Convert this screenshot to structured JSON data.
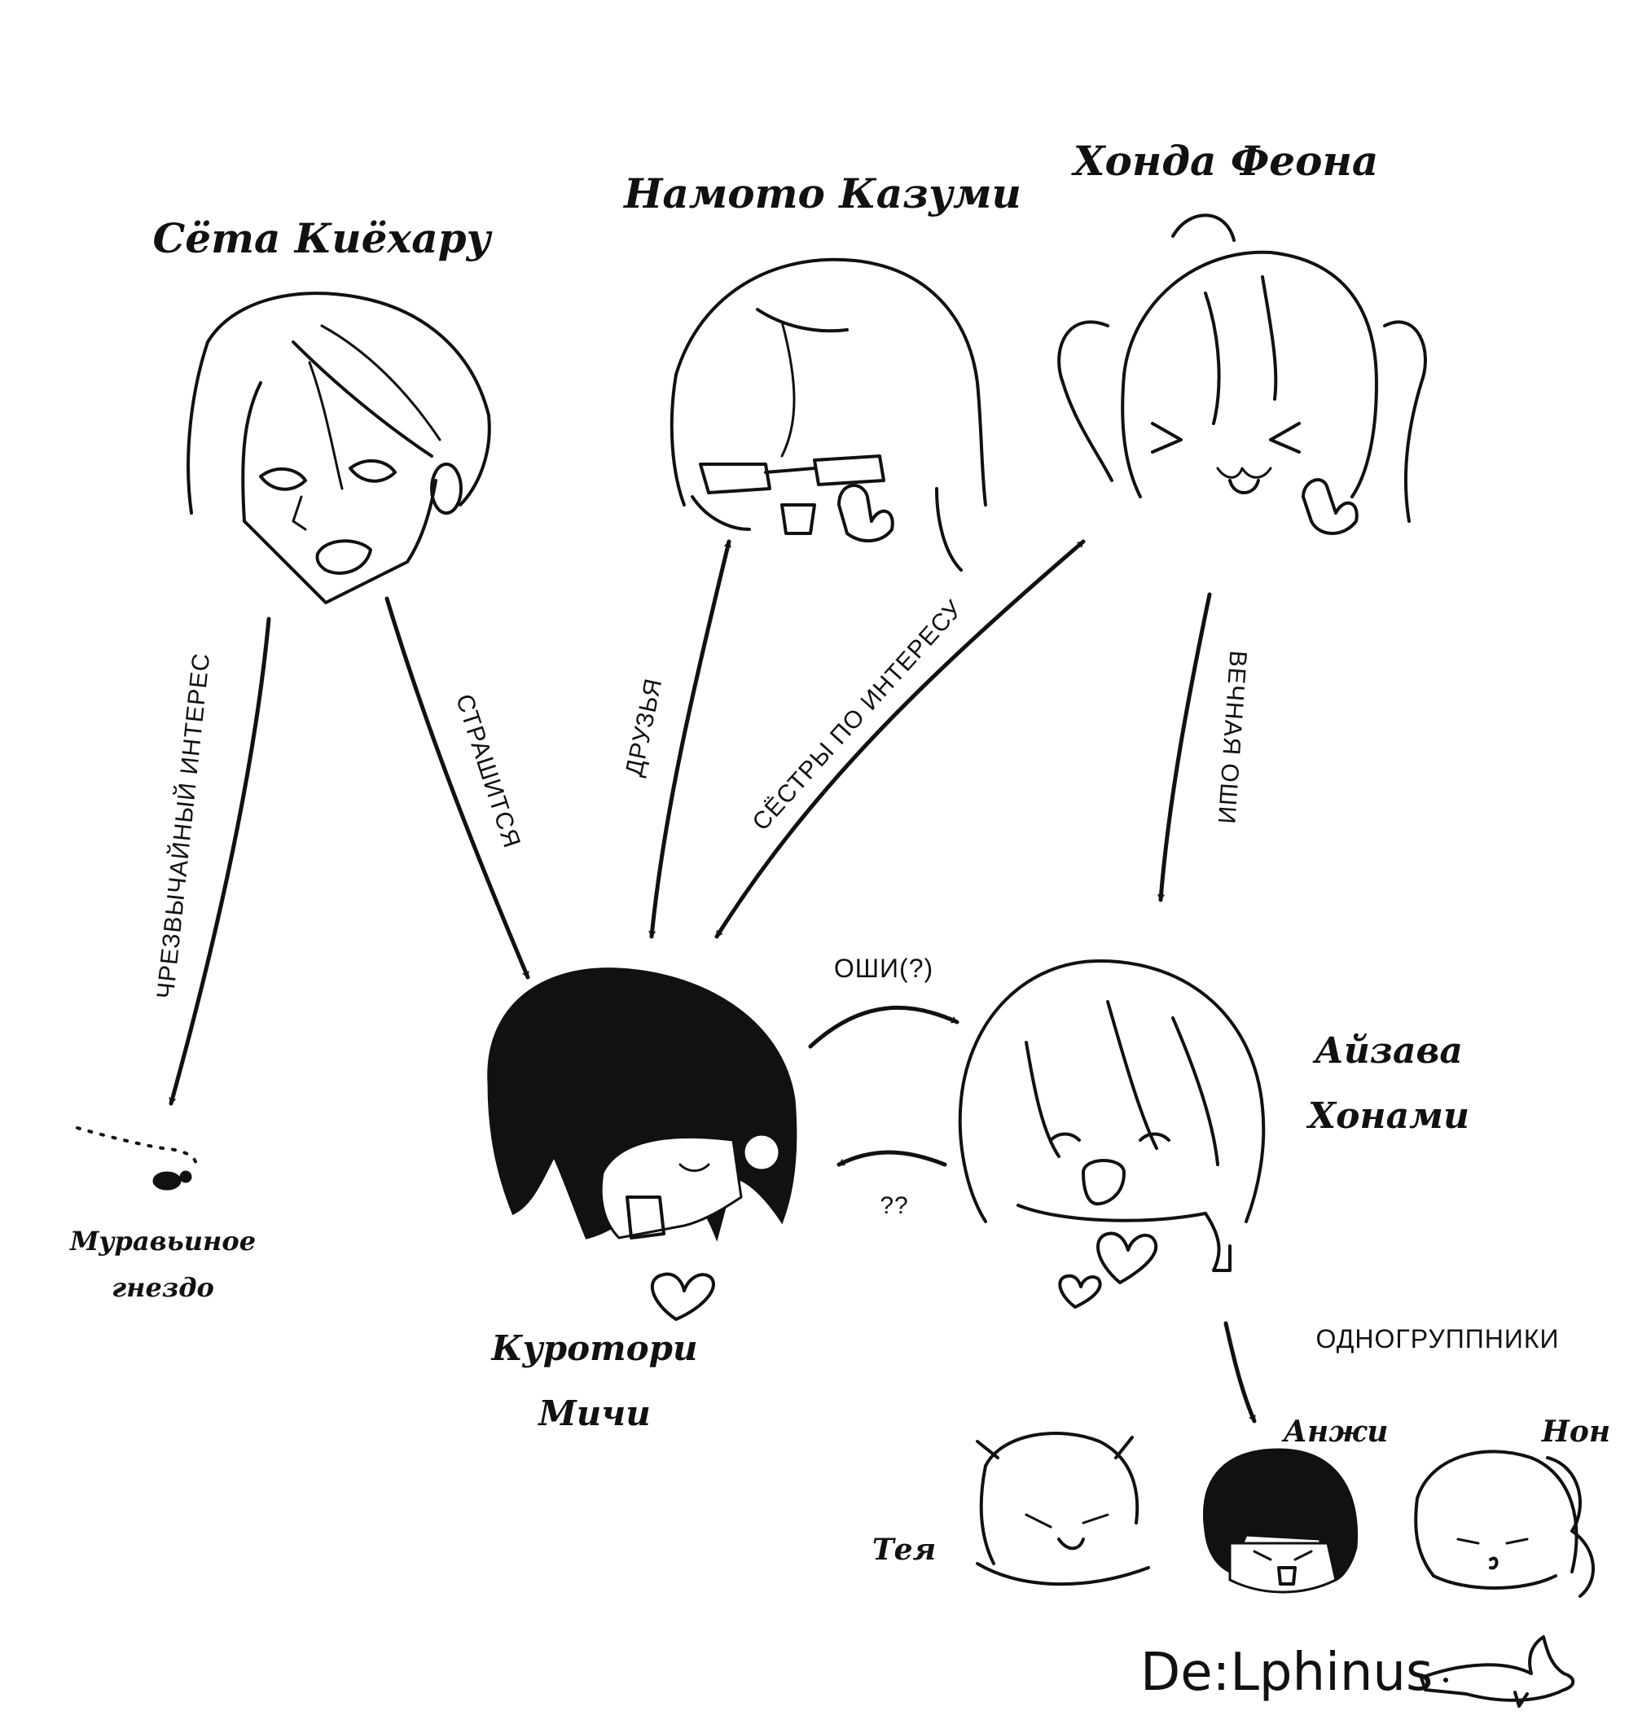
{
  "colors": {
    "ink": "#111111",
    "paper": "#ffffff"
  },
  "characters": {
    "shota": "Сёта Киёхару",
    "kazumi": "Намото Казуми",
    "feona": "Хонда Феона",
    "aizawa_line1": "Айзава",
    "aizawa_line2": "Хонами",
    "kurotori_line1": "Куротори",
    "kurotori_line2": "Мичи",
    "anthill_line1": "Муравьиное",
    "anthill_line2": "гнездо",
    "anzhi": "Анжи",
    "non": "Нон",
    "teya": "Тея"
  },
  "relations": {
    "extreme_interest": "ЧРЕЗВЫЧАЙНЫЙ ИНТЕРЕС",
    "scared": "СТРАШИТСЯ",
    "friends": "ДРУЗЬЯ",
    "interest_sisters": "СЁСТРЫ ПО ИНТЕРЕСУ",
    "eternal_oshi": "ВЕЧНАЯ ОШИ",
    "oshi_q": "ОШИ(?)",
    "qq": "??",
    "groupmates": "ОДНОГРУППНИКИ"
  },
  "brand": {
    "text": "De:Lphinus"
  },
  "icons": {
    "character_faces": "chibi-face-icon",
    "hearts": "heart-icon",
    "dolphin": "dolphin-icon",
    "ant": "ant-icon"
  }
}
